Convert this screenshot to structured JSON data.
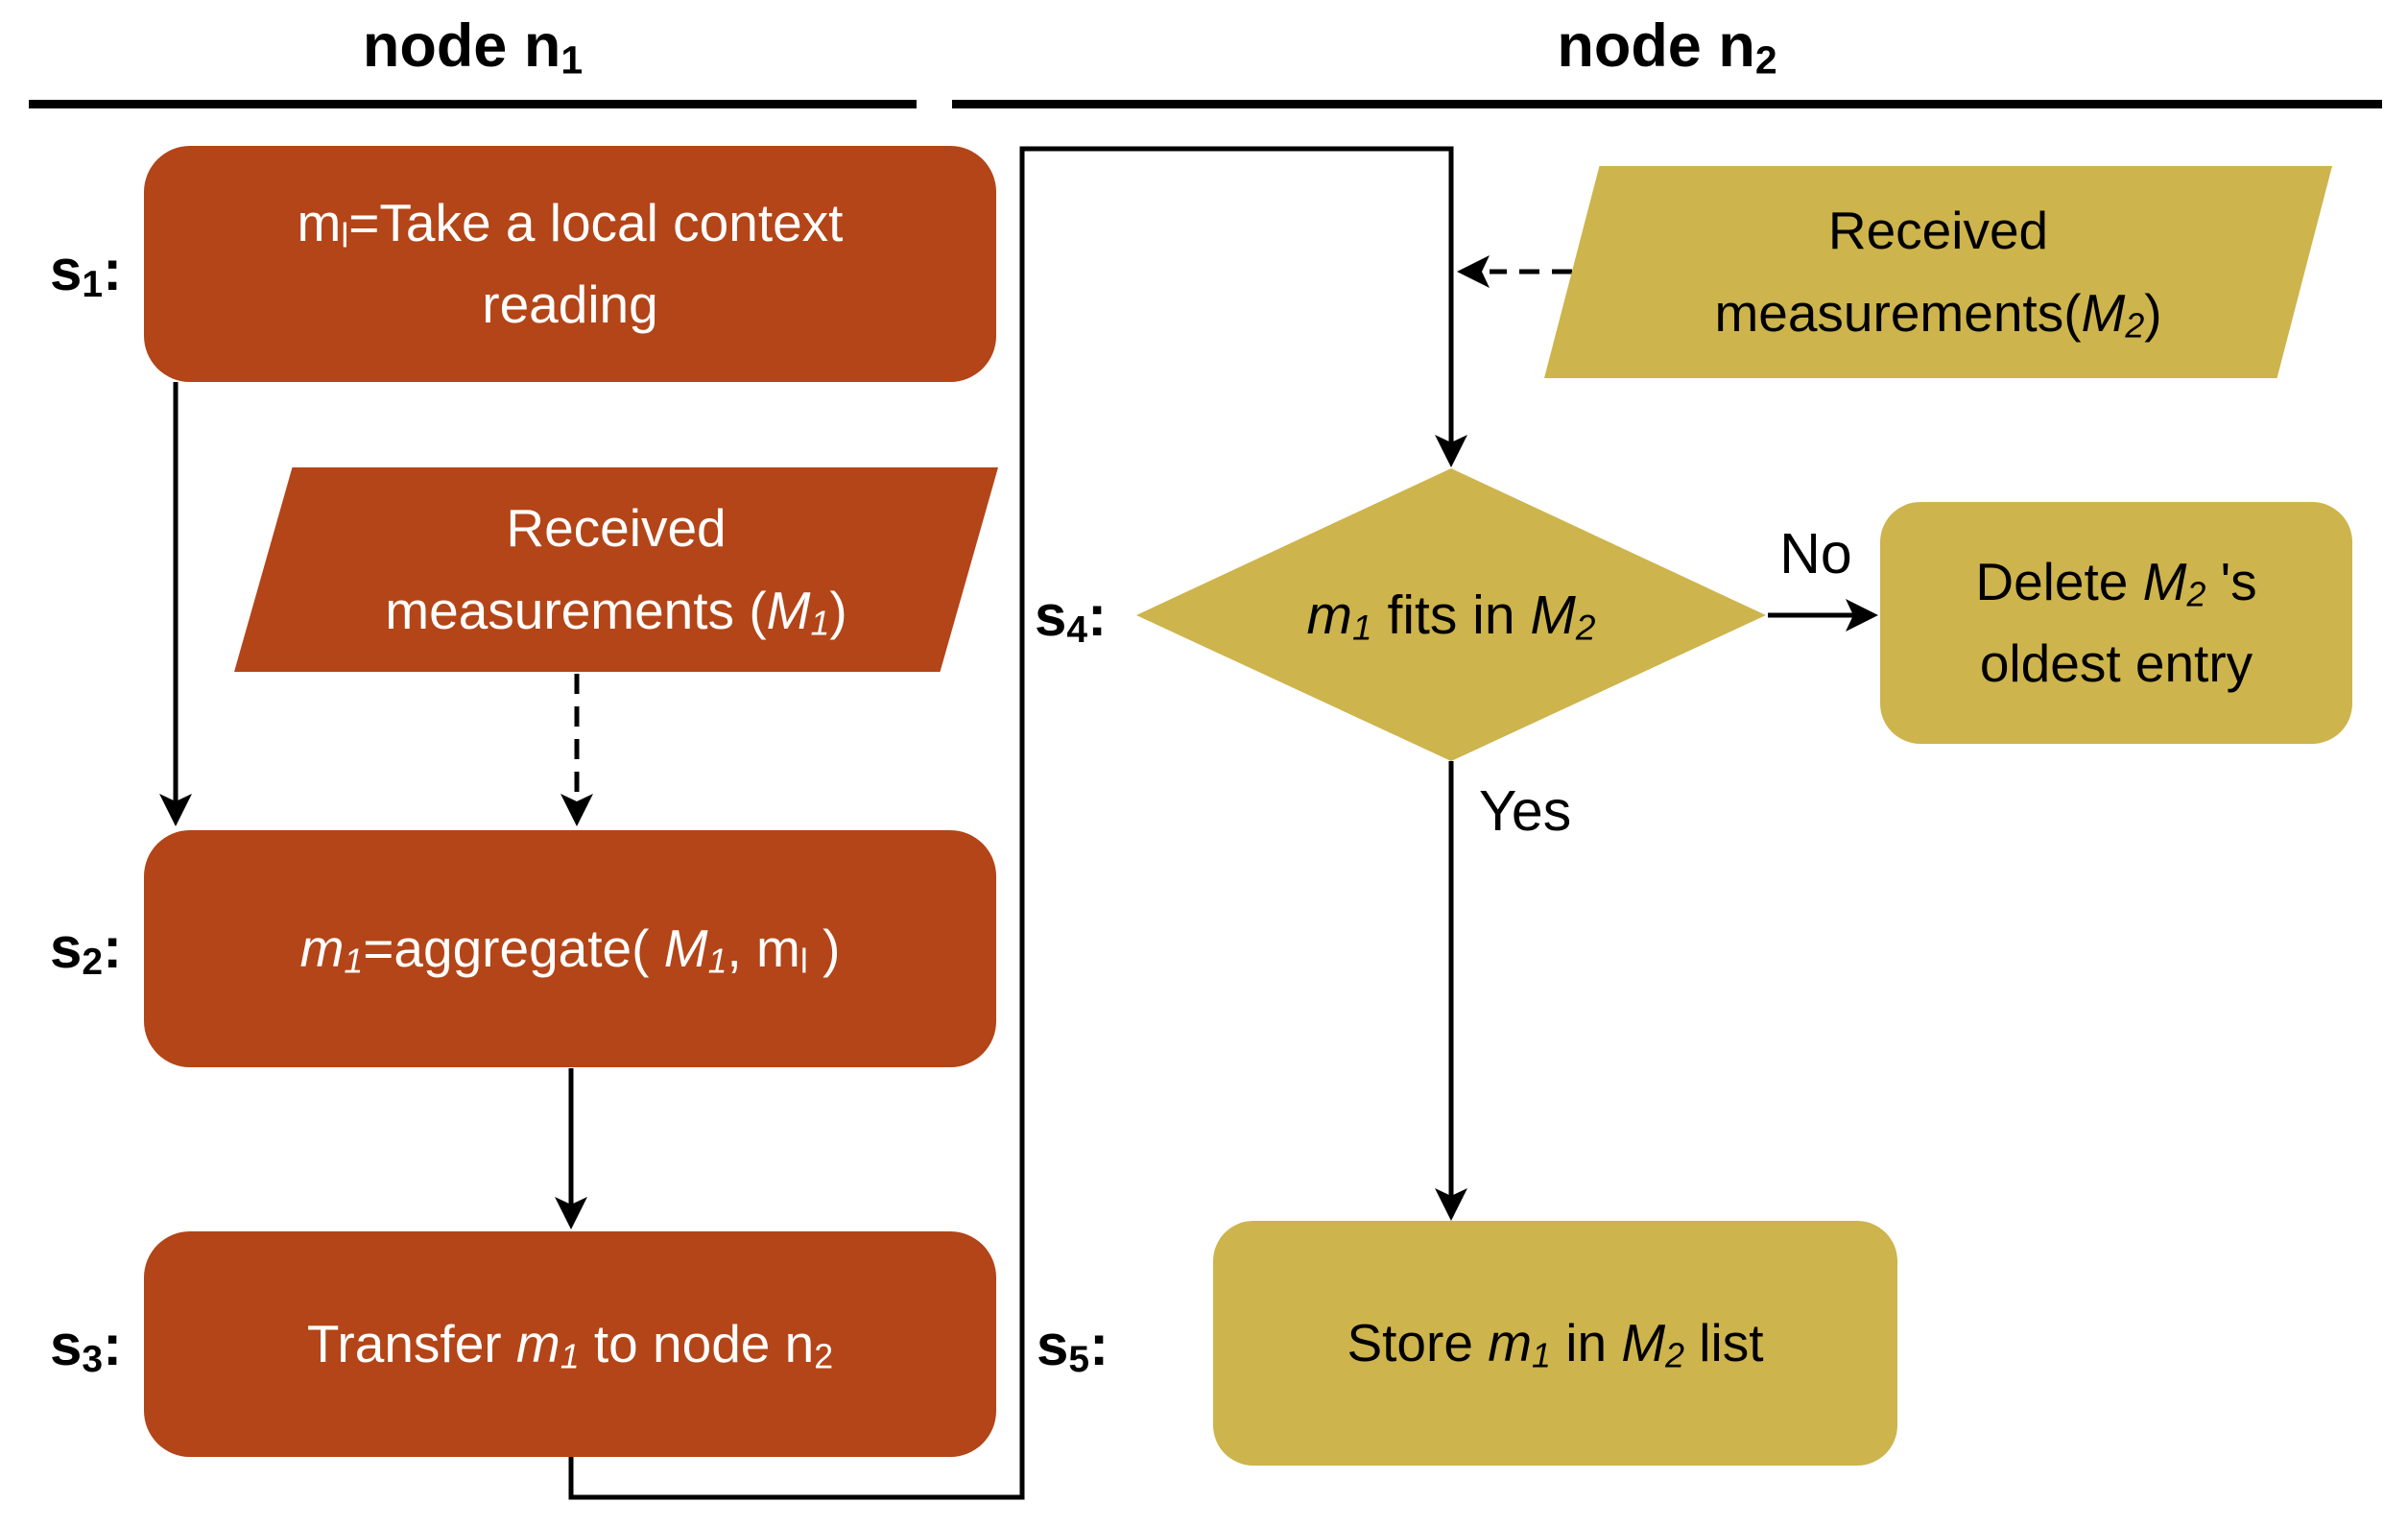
{
  "figure_type": "flowchart",
  "colors": {
    "n1_fill": "#b34518",
    "n1_text": "#ffffff",
    "n2_fill": "#cdb44c",
    "n2_text": "#000000",
    "line": "#000000",
    "background": "#ffffff"
  },
  "columns": {
    "n1_title": [
      {
        "t": "node n"
      },
      {
        "t": "1",
        "sub": true
      }
    ],
    "n2_title": [
      {
        "t": "node n"
      },
      {
        "t": "2",
        "sub": true
      }
    ]
  },
  "steps": {
    "s1_label": [
      {
        "t": "s"
      },
      {
        "t": "1",
        "sub": true
      },
      {
        "t": ":"
      }
    ],
    "s1_text": [
      {
        "t": "m"
      },
      {
        "t": "l",
        "sub": true
      },
      {
        "t": "=Take a local context"
      },
      {
        "br": true
      },
      {
        "t": "reading"
      }
    ],
    "recv1_text": [
      {
        "t": "Received"
      },
      {
        "br": true
      },
      {
        "t": "measurements ("
      },
      {
        "t": "M",
        "i": true
      },
      {
        "t": "1",
        "i": true,
        "sub": true
      },
      {
        "t": ")"
      }
    ],
    "s2_label": [
      {
        "t": "s"
      },
      {
        "t": "2",
        "sub": true
      },
      {
        "t": ":"
      }
    ],
    "s2_text": [
      {
        "t": "m",
        "i": true
      },
      {
        "t": "1",
        "i": true,
        "sub": true
      },
      {
        "t": "=aggregate( "
      },
      {
        "t": "M",
        "i": true
      },
      {
        "t": "1",
        "i": true,
        "sub": true
      },
      {
        "t": ", m"
      },
      {
        "t": "l",
        "sub": true
      },
      {
        "t": " )"
      }
    ],
    "s3_label": [
      {
        "t": "s"
      },
      {
        "t": "3",
        "sub": true
      },
      {
        "t": ":"
      }
    ],
    "s3_text": [
      {
        "t": "Transfer "
      },
      {
        "t": "m",
        "i": true
      },
      {
        "t": "1",
        "i": true,
        "sub": true
      },
      {
        "t": " to node n"
      },
      {
        "t": "2",
        "sub": true
      }
    ],
    "s4_label": [
      {
        "t": "s"
      },
      {
        "t": "4",
        "sub": true
      },
      {
        "t": ":"
      }
    ],
    "s4_text": [
      {
        "t": "m",
        "i": true
      },
      {
        "t": "1",
        "i": true,
        "sub": true
      },
      {
        "t": " fits in "
      },
      {
        "t": "M",
        "i": true
      },
      {
        "t": "2",
        "i": true,
        "sub": true
      }
    ],
    "recv2_text": [
      {
        "t": "Received"
      },
      {
        "br": true
      },
      {
        "t": "measurements("
      },
      {
        "t": "M",
        "i": true
      },
      {
        "t": "2",
        "i": true,
        "sub": true
      },
      {
        "t": ")"
      }
    ],
    "delete_text": [
      {
        "t": "Delete "
      },
      {
        "t": "M",
        "i": true
      },
      {
        "t": "2",
        "i": true,
        "sub": true
      },
      {
        "t": " 's"
      },
      {
        "br": true
      },
      {
        "t": "oldest entry"
      }
    ],
    "s5_label": [
      {
        "t": "s"
      },
      {
        "t": "5",
        "sub": true
      },
      {
        "t": ":"
      }
    ],
    "s5_text": [
      {
        "t": "Store "
      },
      {
        "t": "m",
        "i": true
      },
      {
        "t": "1",
        "i": true,
        "sub": true
      },
      {
        "t": " in "
      },
      {
        "t": "M",
        "i": true
      },
      {
        "t": "2",
        "i": true,
        "sub": true
      },
      {
        "t": " list"
      }
    ]
  },
  "edge_labels": {
    "yes": "Yes",
    "no": "No"
  }
}
